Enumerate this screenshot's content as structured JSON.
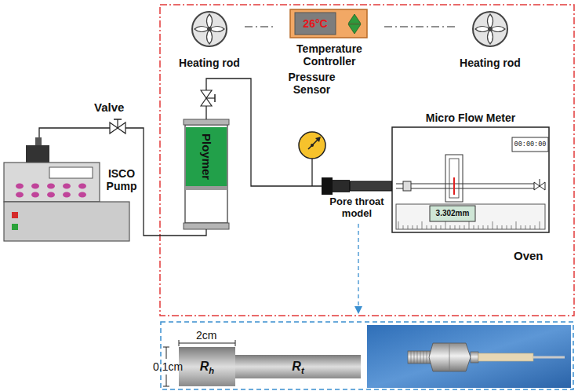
{
  "diagram": {
    "nodes": [
      {
        "text": [
          "Oven"
        ]
      },
      {
        "text": [
          "Heating rod"
        ],
        "in": 0
      },
      {
        "text": [
          "Temperature Controller",
          "26°C"
        ],
        "in": 0
      },
      {
        "text": [
          "Heating rod"
        ],
        "in": 0
      },
      {
        "text": [
          "Ploymer"
        ],
        "in": 0
      },
      {
        "text": [
          "Pressure Sensor"
        ],
        "in": 0
      },
      {
        "text": [
          "Pore throat model"
        ],
        "in": 0
      },
      {
        "text": [
          "Micro Flow Meter",
          "00:00:00",
          "3.302mm"
        ],
        "in": 0
      },
      {
        "text": [
          "ISCO Pump"
        ]
      },
      {
        "text": [
          "Rh"
        ]
      },
      {
        "text": [
          "Rt"
        ]
      }
    ],
    "edges": [
      {
        "from": 1,
        "to": 2,
        "arrow": "none"
      },
      {
        "from": 2,
        "to": 3,
        "arrow": "none"
      },
      {
        "from": 8,
        "to": 4,
        "arrow": "none"
      },
      {
        "from": 4,
        "to": 6,
        "arrow": "none"
      }
    ],
    "labels": [
      "Valve",
      "2cm",
      "0.1cm"
    ]
  }
}
